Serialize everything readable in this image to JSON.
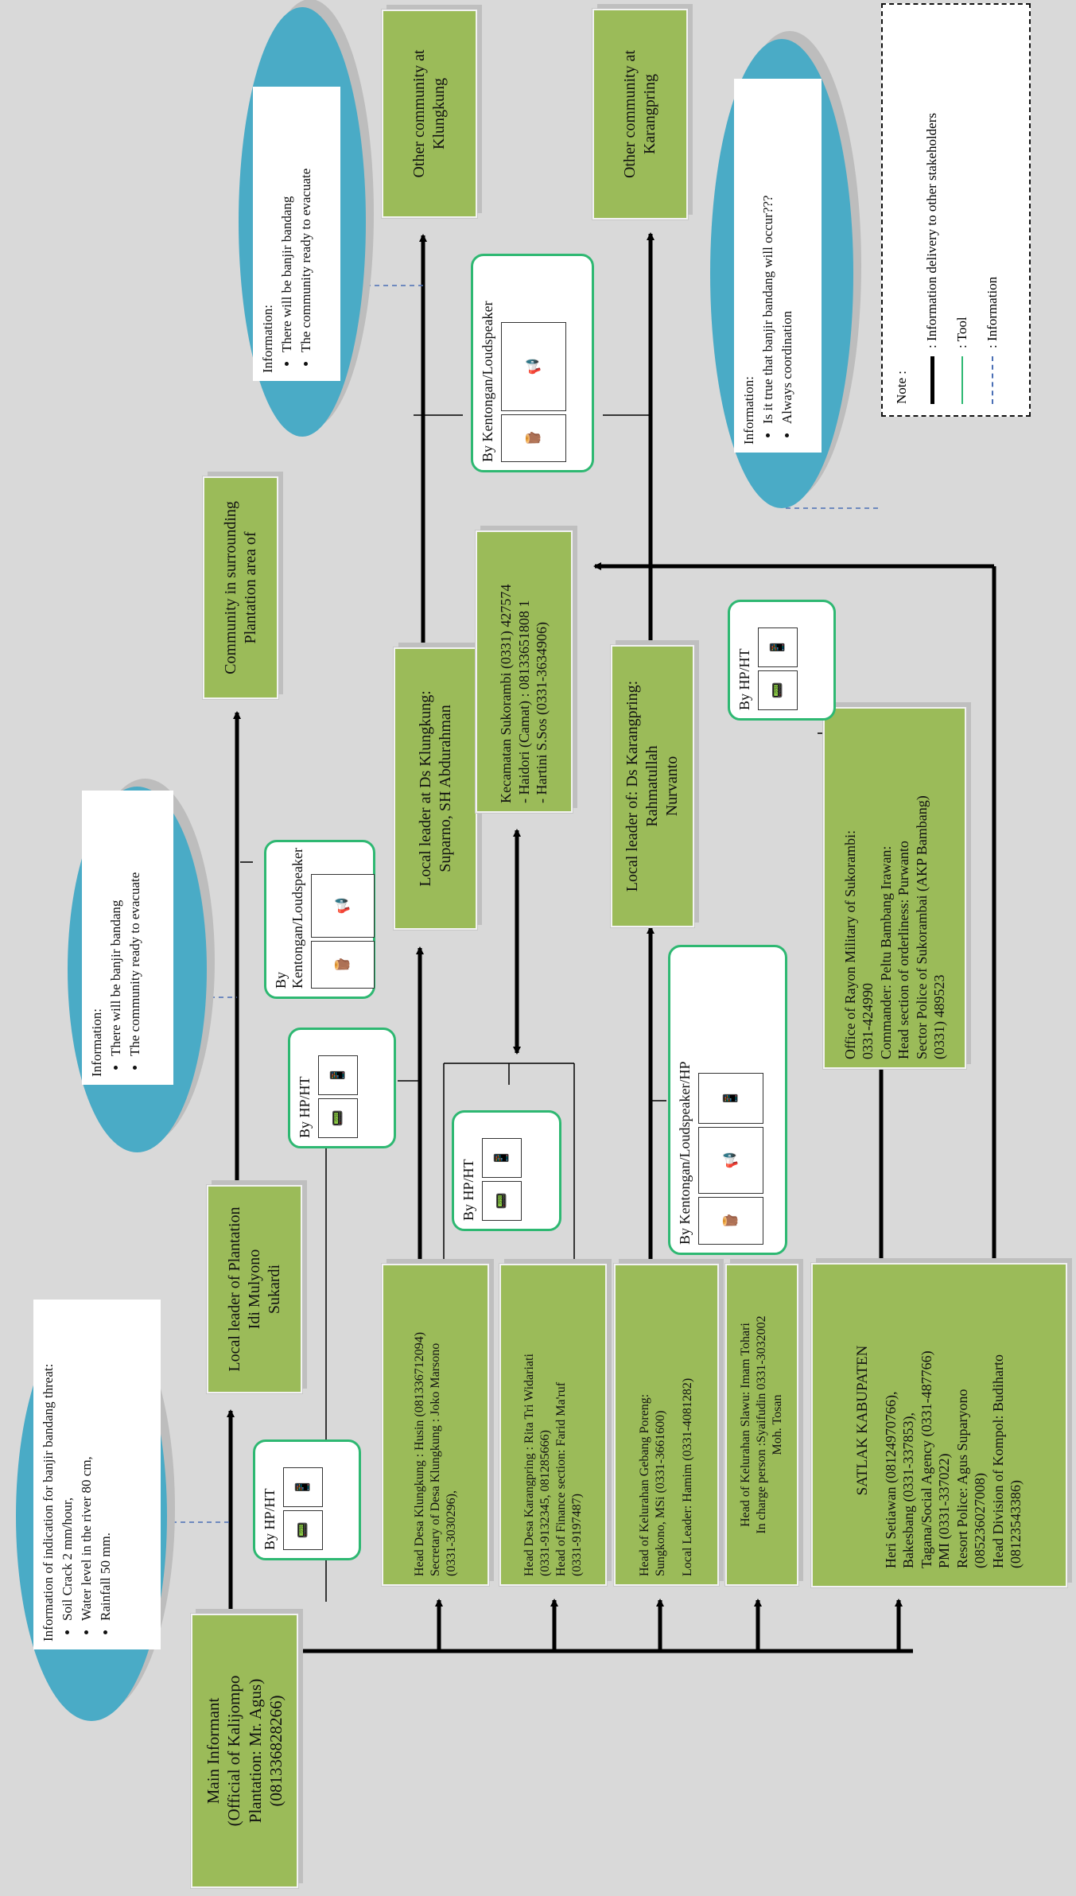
{
  "main_informant": {
    "lines": [
      "Main Informant",
      "(Official of Kalijompo",
      "Plantation: Mr. Agus)",
      "(081336828266)"
    ]
  },
  "info_indication": {
    "title": "Information of indication for banjir bandang threat:",
    "items": [
      "Soil Crack 2 mm/hour,",
      "Water level in the river 80 cm,",
      "Rainfall 50 mm."
    ]
  },
  "tool_hpht_1": {
    "label": "By  HP/HT"
  },
  "tool_hpht_2": {
    "label": "By  HP/HT"
  },
  "tool_hpht_3": {
    "label": "By  HP/HT"
  },
  "tool_hpht_4": {
    "label": "By  HP/HT"
  },
  "tool_kentongan_1": {
    "label": "By Kentongan/Loudspeaker"
  },
  "tool_kentongan_2": {
    "label": "By Kentongan/Loudspeaker"
  },
  "tool_kentongan_3": {
    "label": "By Kentongan/Loudspeaker/HP"
  },
  "local_leader_plantation": {
    "lines": [
      "Local leader of Plantation",
      "Idi Mulyono",
      "Sukardi"
    ]
  },
  "info_plantation": {
    "title": "Information:",
    "items": [
      "There will be banjir bandang",
      "The community ready to evacuate"
    ]
  },
  "community_plantation": {
    "lines": [
      "Community in surrounding",
      "Plantation area of"
    ]
  },
  "head_desa_klungkung": {
    "lines": [
      "Head Desa Klungkung : Husin (081336712094)",
      "Secretary of Desa Klungkung : Joko Marsono",
      "(0331-3030296),"
    ]
  },
  "head_desa_karangpring": {
    "lines": [
      "Head Desa Karangpring : Rita Tri Widariati",
      "(0331-9132345, 081285666)",
      "Head of Finance section: Farid Ma'ruf",
      "(0331-9197487)"
    ]
  },
  "head_kelurahan_gebang": {
    "lines": [
      "Head of Kelurahan Gebang Poreng:",
      "Sungkono, MSi (0331-3661600)",
      "",
      "Local Leader: Hamim (0331-4081282)"
    ]
  },
  "head_kelurahan_slawu": {
    "lines": [
      "Head of Kelurahan Slawu: Imam Tohari",
      "In charge person :Syaifudin 0331-3032002",
      "Moh. Tosan"
    ]
  },
  "satlak": {
    "title": "SATLAK KABUPATEN",
    "lines": [
      "Heri Setiawan (08124970766),",
      "Bakesbang (0331-337853),",
      "Tagana/Social Agency (0331-487766)",
      "PMI (0331-337022)",
      "Resort Police: Agus Suparyono",
      "(085236027008)",
      "Head Division of Kompol: Budiharto",
      "(08123543386)"
    ]
  },
  "local_leader_klungkung": {
    "lines": [
      "Local leader at Ds Klungkung:",
      "Suparno, SH Abdurahman"
    ]
  },
  "kecamatan": {
    "lines": [
      "Kecamatan Sukorambi  (0331) 427574",
      "-  Haidori (Camat) : 08133651808 1",
      "-  Hartini S.Sos (0331-3634906)"
    ]
  },
  "local_leader_karangpring": {
    "lines": [
      "Local leader of: Ds Karangpring:",
      "Rahmatullah",
      "Nurvanto"
    ]
  },
  "rayon_military": {
    "lines": [
      "Office of Rayon Military of Sukorambi:",
      "0331-424990",
      "Commander: Peltu Bambang Irawan:",
      "Head section of orderliness: Purwanto",
      "Sector Police of Sukorambai (AKP Bambang)",
      "(0331) 489523"
    ]
  },
  "other_klungkung": {
    "lines": [
      "Other community at",
      "Klungkung"
    ]
  },
  "other_karangpring": {
    "lines": [
      "Other community at",
      "Karangpring"
    ]
  },
  "info_klungkung": {
    "title": "Information:",
    "items": [
      "There will be banjir bandang",
      "The community ready to evacuate"
    ]
  },
  "info_question": {
    "title": "Information:",
    "items": [
      "Is it true that banjir bandang will occur???",
      "Always coordination"
    ]
  },
  "note": {
    "title": "Note :",
    "items": [
      {
        "label": ": Information delivery to other stakeholders",
        "color": "#000000"
      },
      {
        "label": ": Tool",
        "color": "#2eb872"
      },
      {
        "label": ": Information",
        "color": "#4a6fb5"
      }
    ]
  },
  "colors": {
    "box_green": "#9bbb59",
    "callout_blue": "#4aabc6",
    "tool_border": "#2eb872"
  }
}
